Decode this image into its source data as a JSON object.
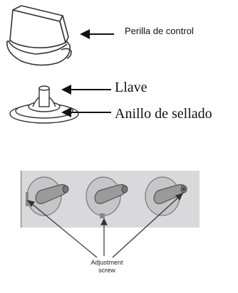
{
  "labels": {
    "knob": "Perilla de control",
    "key": "Llave",
    "seal_ring": "Anillo de sellado",
    "adjustment_screw": "Adjustment screw"
  },
  "colors": {
    "line": "#333333",
    "panel": "#d9d9dc",
    "valve": "#8a8a8a"
  }
}
